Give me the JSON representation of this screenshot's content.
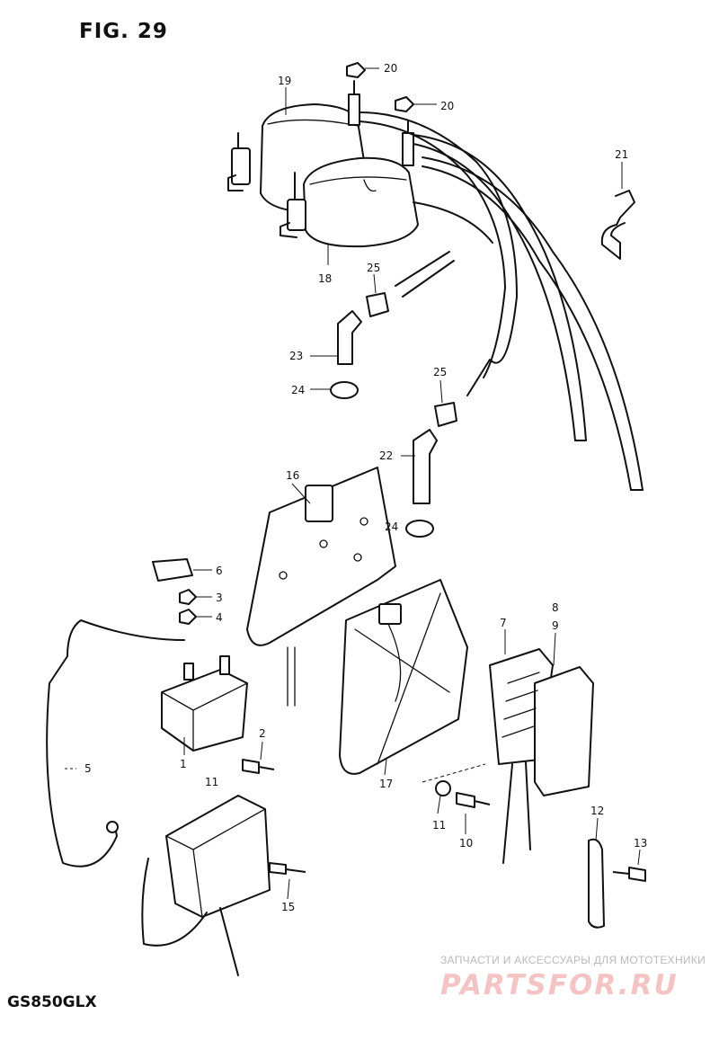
{
  "header": {
    "figure_label": "FIG. 29"
  },
  "footer": {
    "model": "GS850GLX",
    "watermark_caption": "ЗАПЧАСТИ И АКСЕССУАРЫ ДЛЯ МОТОТЕХНИКИ",
    "watermark_brand": "PARTSFOR.RU"
  },
  "callouts": {
    "p1": "1",
    "p2": "2",
    "p3": "3",
    "p4": "4",
    "p5": "5",
    "p6": "6",
    "p7": "7",
    "p8": "8",
    "p9": "9",
    "p10": "10",
    "p11": "11",
    "p11b": "11",
    "p12": "12",
    "p13": "13",
    "p15": "15",
    "p16": "16",
    "p17": "17",
    "p18": "18",
    "p19": "19",
    "p20a": "20",
    "p20b": "20",
    "p21": "21",
    "p22": "22",
    "p23": "23",
    "p24a": "24",
    "p24b": "24",
    "p25a": "25",
    "p25b": "25"
  }
}
